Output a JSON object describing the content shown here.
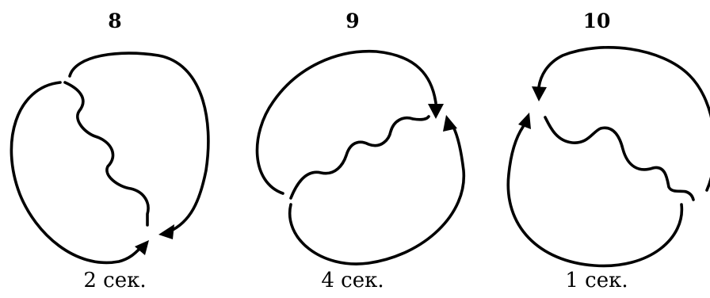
{
  "panels": [
    {
      "number": "8",
      "caption": "2 сек."
    },
    {
      "number": "9",
      "caption": "4 сек."
    },
    {
      "number": "10",
      "caption": "1 сек."
    }
  ]
}
